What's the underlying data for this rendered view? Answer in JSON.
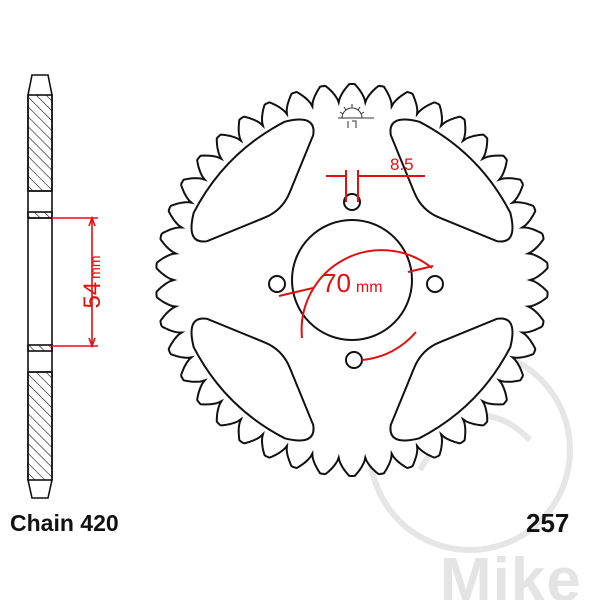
{
  "chain_label": "Chain 420",
  "part_number": "257",
  "dimensions": {
    "hub_thickness": "54",
    "hub_unit": "mm",
    "bolt_circle": "70",
    "bolt_unit": "mm",
    "bolt_hole": "8.5"
  },
  "watermark": "Mike",
  "colors": {
    "outline": "#111111",
    "dimension": "#e01010",
    "watermark": "#e4e4e4"
  }
}
